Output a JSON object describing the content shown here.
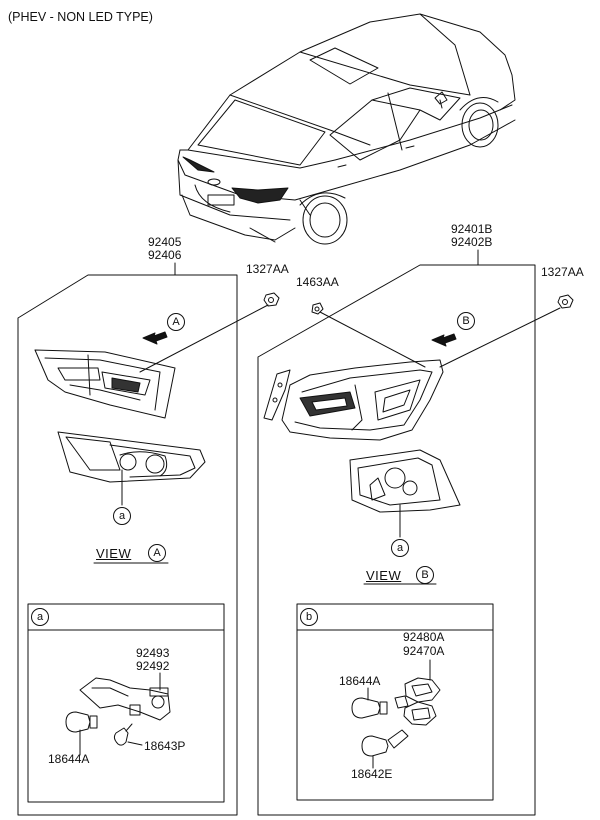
{
  "title": "(PHEV - NON LED TYPE)",
  "assembly_left": {
    "line1": "92405",
    "line2": "92406"
  },
  "assembly_right": {
    "line1": "92401B",
    "line2": "92402B"
  },
  "fasteners": {
    "nut_left": "1327AA",
    "screw": "1463AA",
    "nut_right": "1327AA"
  },
  "views": {
    "left": {
      "text": "VIEW",
      "letter": "A",
      "arrow_letter": "A",
      "callout": "a"
    },
    "right": {
      "text": "VIEW",
      "letter": "B",
      "arrow_letter": "B",
      "callout": "a"
    }
  },
  "detail_a": {
    "tag": "a",
    "holder_line1": "92493",
    "holder_line2": "92492",
    "bulb_big": "18644A",
    "bulb_small": "18643P"
  },
  "detail_b": {
    "tag": "b",
    "holder_line1": "92480A",
    "holder_line2": "92470A",
    "bulb_upper": "18644A",
    "bulb_lower": "18642E"
  }
}
